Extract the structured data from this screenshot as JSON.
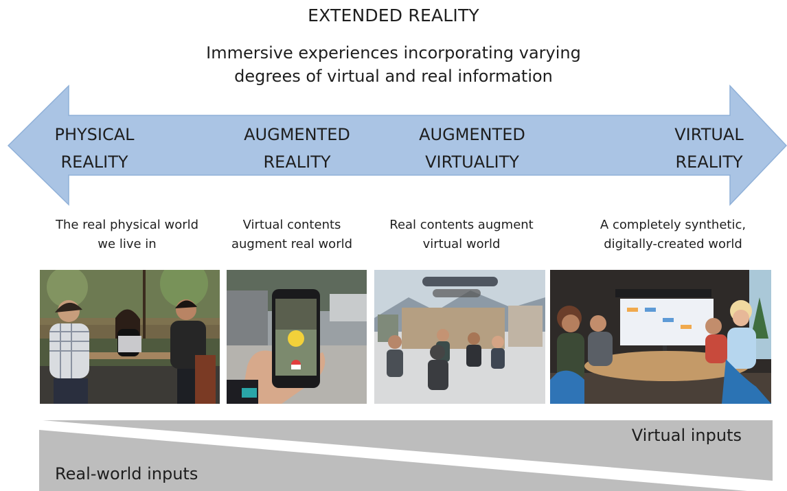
{
  "title": "EXTENDED REALITY",
  "subtitle": {
    "line1": "Immersive experiences incorporating varying",
    "line2": "degrees of virtual and real information"
  },
  "stages": [
    {
      "line1": "PHYSICAL",
      "line2": "REALITY",
      "desc1": "The real physical world",
      "desc2": "we live in"
    },
    {
      "line1": "AUGMENTED",
      "line2": "REALITY",
      "desc1": "Virtual contents",
      "desc2": "augment real world"
    },
    {
      "line1": "AUGMENTED",
      "line2": "VIRTUALITY",
      "desc1": "Real contents augment",
      "desc2": "virtual world"
    },
    {
      "line1": "VIRTUAL",
      "line2": "REALITY",
      "desc1": "A completely synthetic,",
      "desc2": "digitally-created world"
    }
  ],
  "inputs": {
    "virtual": "Virtual inputs",
    "real": "Real-world inputs"
  },
  "colors": {
    "arrow_fill": "#aac4e4",
    "arrow_stroke": "#8fb0d8",
    "wedge_fill": "#bdbdbd"
  }
}
